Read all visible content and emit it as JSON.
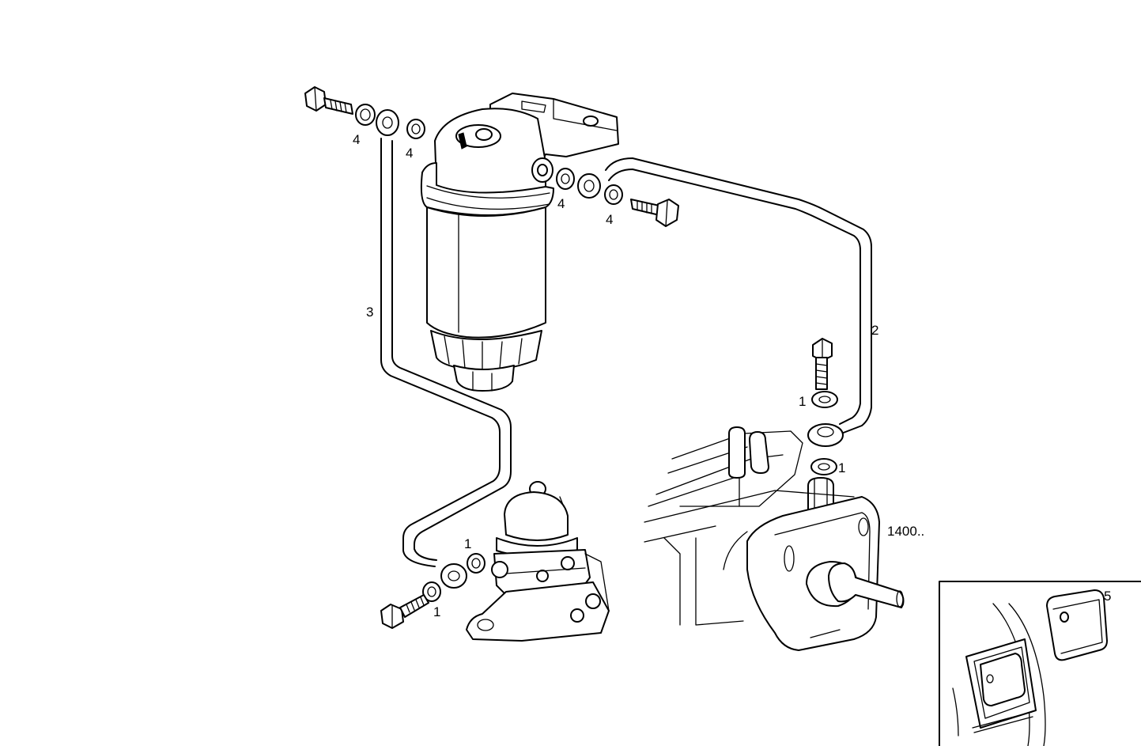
{
  "labels": {
    "washer_top_left": "4",
    "washer_top_mid": "4",
    "washer_filter_right": "4",
    "washer_filter_bolt": "4",
    "pipe_return": "3",
    "pipe_supply": "2",
    "washer_pump_top": "1",
    "washer_pump_bottom": "1",
    "washer_lift_pump_top": "1",
    "washer_lift_pump_bottom": "1",
    "injection_pump_ref": "1400..",
    "inset_cover": "5"
  }
}
